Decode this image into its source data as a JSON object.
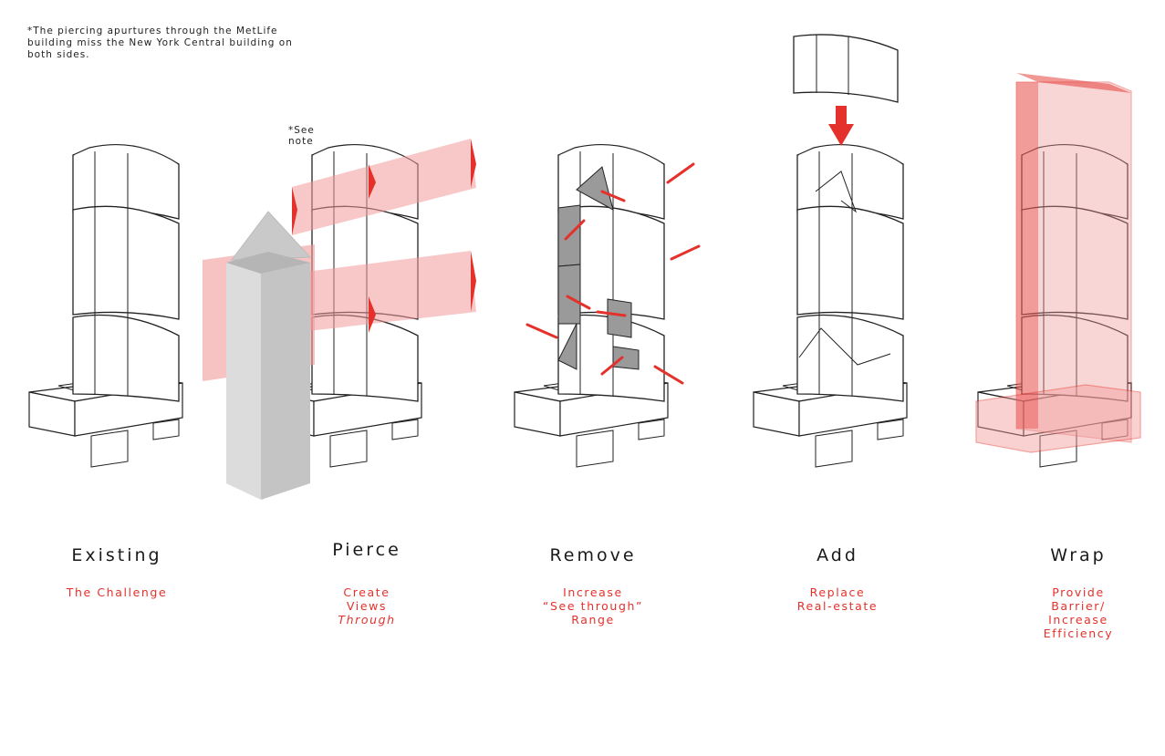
{
  "note": "*The piercing apurtures through the MetLife building miss the New York Central building on both sides.",
  "see_note": "*See\nnote",
  "steps": [
    {
      "title": "Existing",
      "lines": [
        "The Challenge"
      ]
    },
    {
      "title": "Pierce",
      "lines": [
        "Create",
        "Views"
      ],
      "italic_line": "Through"
    },
    {
      "title": "Remove",
      "lines": [
        "Increase",
        "“See through”",
        "Range"
      ]
    },
    {
      "title": "Add",
      "lines": [
        "Replace",
        "Real-estate"
      ]
    },
    {
      "title": "Wrap",
      "lines": [
        "Provide",
        "Barrier/",
        "Increase",
        "Efficiency"
      ]
    }
  ],
  "colors": {
    "accent": "#e4312b",
    "line": "#222222",
    "obelisk": "#cfcfcf",
    "removed": "#9a9a9a"
  }
}
